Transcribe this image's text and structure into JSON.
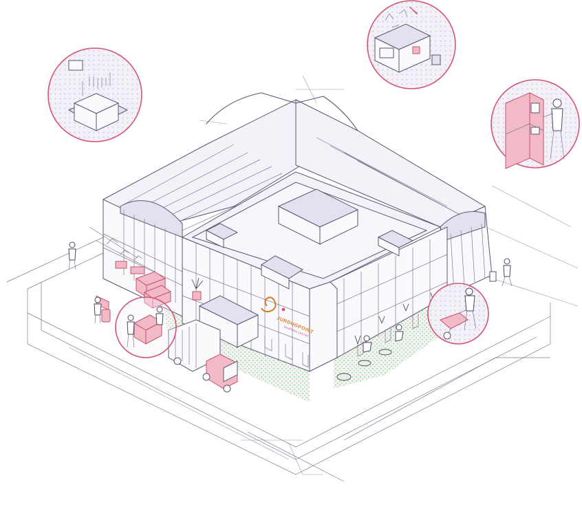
{
  "sign": {
    "brand": "JURONGPOINT",
    "tagline": "SHOPPING CENTRE"
  },
  "colors": {
    "accent": "#d45572",
    "accent_fill": "#f2b9c6",
    "lavender": "#e5e0f0",
    "green_zone": "#cfe7d2",
    "line": "#5a5670",
    "logo": "#d67a2a"
  },
  "callouts": [
    {
      "name": "weighing-scale-callout",
      "icon": "scale-icon"
    },
    {
      "name": "food-waste-digester-callout",
      "icon": "digester-icon"
    },
    {
      "name": "recycling-machine-callout",
      "icon": "vending-machine-icon"
    },
    {
      "name": "bin-collection-callout",
      "icon": "bin-icon"
    },
    {
      "name": "wheelbarrow-compost-callout",
      "icon": "wheelbarrow-icon"
    }
  ]
}
